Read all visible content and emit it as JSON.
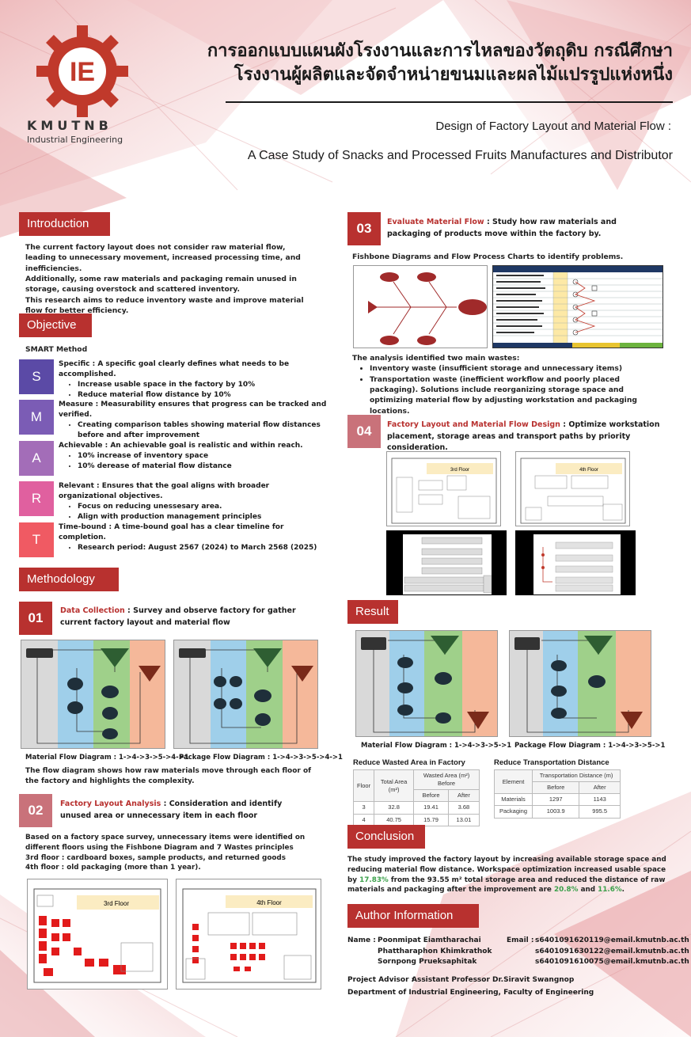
{
  "colors": {
    "accent": "#b8312f",
    "pink_badge": "#c9727a",
    "S": "#5b4aa6",
    "M": "#7b5cb5",
    "A": "#a36db8",
    "R": "#e0609f",
    "T": "#f05a63",
    "highlight": "#3aa04a"
  },
  "header": {
    "logo_text": "IE",
    "brand": "KMUTNB",
    "brand_sub": "Industrial Engineering",
    "thai_title_line1": "การออกแบบแผนผังโรงงานและการไหลของวัตถุดิบ กรณีศึกษา",
    "thai_title_line2": "โรงงานผู้ผลิตและจัดจำหน่ายขนมและผลไม้แปรรูปแห่งหนึ่ง",
    "en_title_line1": "Design of Factory Layout and Material Flow :",
    "en_title_line2": "A Case Study of Snacks and Processed Fruits Manufactures and Distributor"
  },
  "introduction": {
    "heading": "Introduction",
    "text": [
      "The current factory layout does not consider raw material flow, leading to unnecessary movement, increased processing time, and inefficiencies.",
      "Additionally, some raw materials and packaging remain unused in storage, causing overstock and scattered inventory.",
      "This research aims to reduce inventory waste and improve material flow for better efficiency."
    ]
  },
  "objective": {
    "heading": "Objective",
    "method": "SMART Method",
    "items": [
      {
        "letter": "S",
        "title": "Specific : A specific goal clearly defines what needs to be accomplished.",
        "bullets": [
          "Increase usable space in the factory by 10%",
          "Reduce material flow distance by 10%"
        ]
      },
      {
        "letter": "M",
        "title": "Measure : Measurability ensures that progress can be tracked and verified.",
        "bullets": [
          "Creating comparison tables showing material flow distances before and after improvement"
        ]
      },
      {
        "letter": "A",
        "title": "Achievable : An achievable goal is realistic and within reach.",
        "bullets": [
          "10% increase of inventory space",
          "10% derease of material flow distance"
        ]
      },
      {
        "letter": "R",
        "title": "Relevant : Ensures that the goal aligns with broader organizational objectives.",
        "bullets": [
          "Focus on reducing unessesary area.",
          "Align with production management principles"
        ]
      },
      {
        "letter": "T",
        "title": "Time-bound : A time-bound goal has a clear timeline for completion.",
        "bullets": [
          "Research period: August 2567 (2024) to March 2568 (2025)"
        ]
      }
    ]
  },
  "methodology": {
    "heading": "Methodology",
    "step01": {
      "num": "01",
      "title_red": "Data Collection",
      "title_rest": " : Survey and observe factory for gather current factory layout and material flow",
      "caption_left": "Material Flow Diagram : 1->4->3->5->4->1",
      "caption_right": "Package Flow Diagram : 1->4->3->5->4->1",
      "note": "The flow diagram shows how raw materials move through each floor of the factory and highlights the complexity."
    },
    "step02": {
      "num": "02",
      "title_red": "Factory Layout Analysis",
      "title_rest": " : Consideration and identify unused area or unnecessary item in each floor",
      "text": [
        "Based on a factory space survey, unnecessary items were identified on different floors using the Fishbone Diagram and 7 Wastes principles",
        "3rd floor : cardboard boxes, sample products, and returned goods",
        "4th floor : old packaging (more than 1 year)."
      ],
      "plan_left": "3rd Floor",
      "plan_right": "4th Floor"
    },
    "step03": {
      "num": "03",
      "title_red": "Evaluate Material Flow",
      "title_rest": " : Study how raw materials and packaging of products move within the factory by.",
      "subtitle": "Fishbone Diagrams and Flow Process Charts to identify problems.",
      "analysis": "The analysis identified two main wastes:",
      "bullets": [
        "Inventory waste (insufficient storage and unnecessary items)",
        "Transportation waste (inefficient workflow and poorly placed packaging). Solutions include reorganizing storage space and optimizing material flow by adjusting workstation and packaging locations."
      ]
    },
    "step04": {
      "num": "04",
      "title_red": "Factory Layout and Material Flow Design",
      "title_rest": " :  Optimize workstation placement, storage areas and transport paths by priority consideration.",
      "plan_left": "3rd Floor",
      "plan_right": "4th Floor"
    }
  },
  "result": {
    "heading": "Result",
    "caption_left": "Material Flow Diagram : 1->4->3->5->1",
    "caption_right": "Package Flow Diagram : 1->4->3->5->1",
    "table1": {
      "title": "Reduce Wasted Area in Factory",
      "headers": [
        "Floor",
        "Total Area (m²)",
        "Wasted Area (m²) Before",
        "Before",
        "After"
      ],
      "rows": [
        [
          "3",
          "32.8",
          "19.41",
          "3.68"
        ],
        [
          "4",
          "40.75",
          "15.79",
          "13.01"
        ]
      ]
    },
    "table2": {
      "title": "Reduce Transportation Distance",
      "headers": [
        "Element",
        "Transportation Distance (m)",
        "Before",
        "After"
      ],
      "rows": [
        [
          "Materials",
          "1297",
          "1143"
        ],
        [
          "Packaging",
          "1003.9",
          "995.5"
        ]
      ]
    }
  },
  "conclusion": {
    "heading": "Conclusion",
    "text_a": "The study improved the factory layout by increasing available storage space and reducing material flow distance. Workspace optimization increased usable space by ",
    "pct1": "17.83%",
    "text_b": " from the 93.55 m² total storage area and reduced the distance of raw materials and packaging after the improvement are ",
    "pct2": "20.8%",
    "text_c": " and ",
    "pct3": "11.6%",
    "text_d": "."
  },
  "author": {
    "heading": "Author Information",
    "name_label": "Name :",
    "names": [
      "Poonmipat Eiamtharachai",
      "Phattharaphon Khimkrathok",
      "Sornpong Prueksaphitak"
    ],
    "email_label": "Email :",
    "emails": [
      "s6401091620119@email.kmutnb.ac.th",
      "s6401091630122@email.kmutnb.ac.th",
      "s6401091610075@email.kmutnb.ac.th"
    ],
    "advisor_label": "Project Advisor :",
    "advisor": "Assistant Professor Dr.Siravit Swangnop",
    "department": "Department of Industrial Engineering, Faculty of Engineering"
  }
}
